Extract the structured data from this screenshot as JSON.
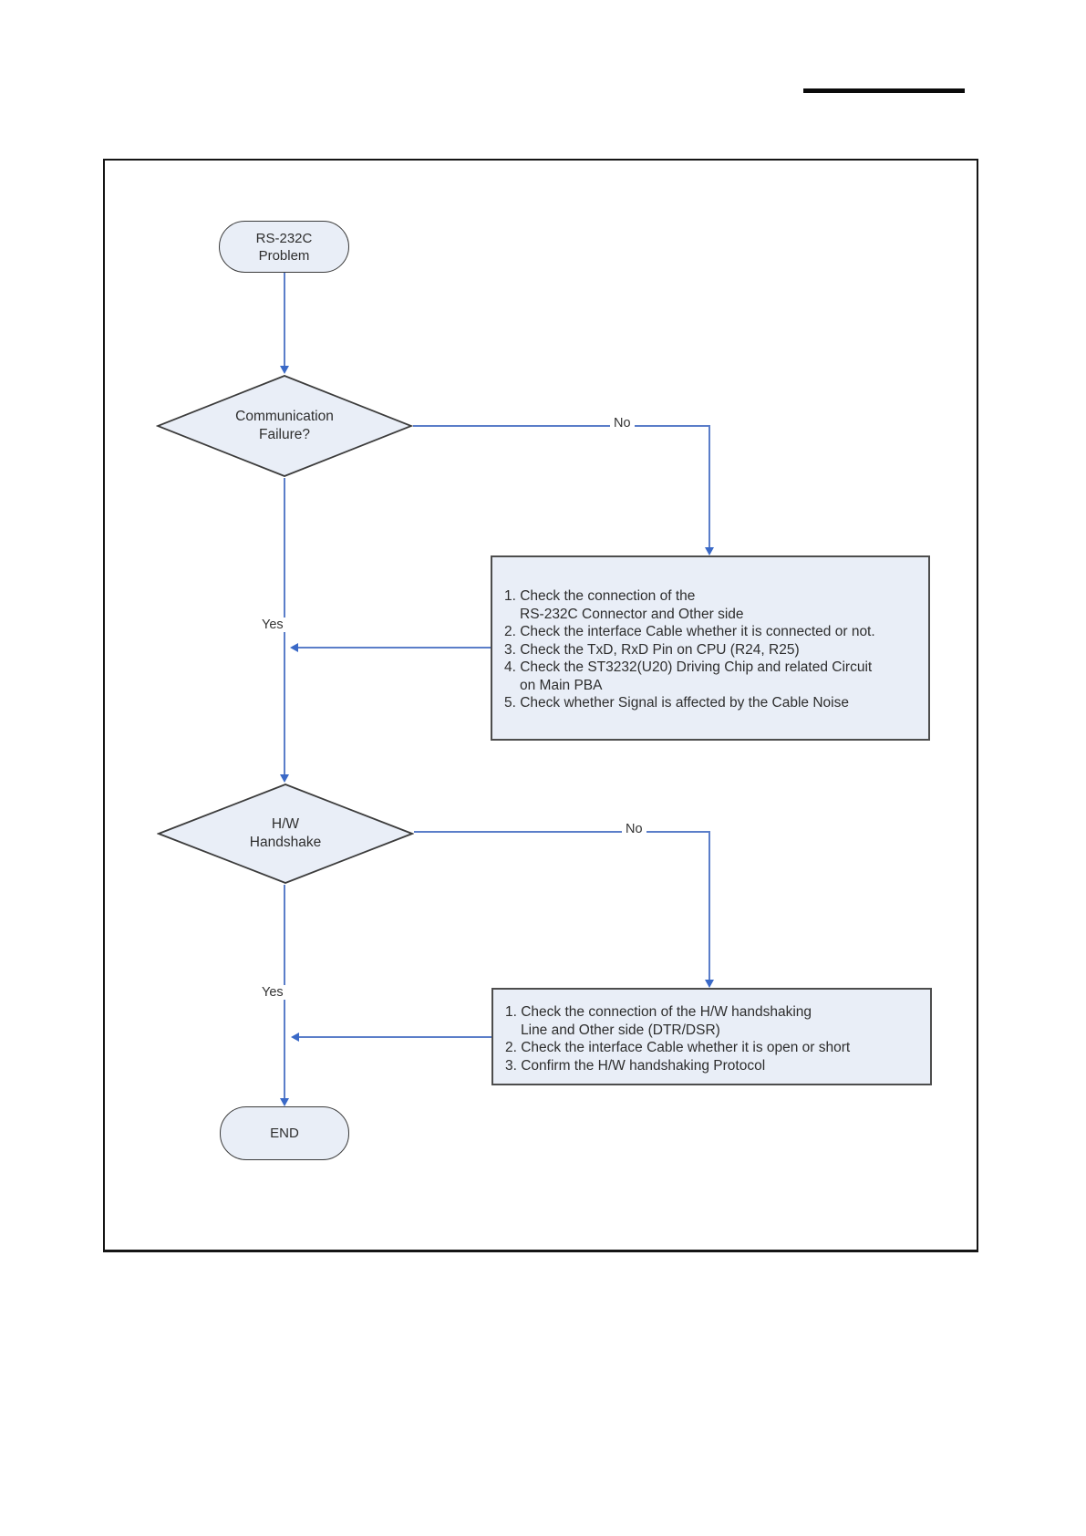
{
  "colors": {
    "node_fill": "#e9eef7",
    "node_border": "#3c3c3c",
    "checklist_border": "#4d4d4d",
    "connector_blue": "#5b7ec9",
    "arrowhead_blue": "#3a69c7",
    "frame_border": "#151515",
    "heading_rule": "#0a0a0a",
    "text": "#2e2e2e",
    "background": "#ffffff"
  },
  "flowchart": {
    "start": {
      "line1": "RS-232C",
      "line2": "Problem"
    },
    "decision1": {
      "line1": "Communication",
      "line2": "Failure?",
      "no_label": "No",
      "yes_label": "Yes"
    },
    "checklist1": {
      "lines": [
        "1. Check the connection of the",
        "RS-232C Connector and Other side",
        "2. Check the interface Cable whether it is connected or not.",
        "3. Check the TxD, RxD Pin on CPU (R24, R25)",
        "4. Check the ST3232(U20) Driving Chip and related Circuit",
        "on Main PBA",
        "5. Check whether Signal is affected by the Cable Noise"
      ]
    },
    "decision2": {
      "line1": "H/W",
      "line2": "Handshake",
      "no_label": "No",
      "yes_label": "Yes"
    },
    "checklist2": {
      "lines": [
        "1. Check the connection of the H/W handshaking",
        "Line and Other side (DTR/DSR)",
        "2. Check the interface Cable whether it is open or short",
        "3. Confirm the H/W handshaking Protocol"
      ]
    },
    "end": {
      "label": "END"
    }
  }
}
